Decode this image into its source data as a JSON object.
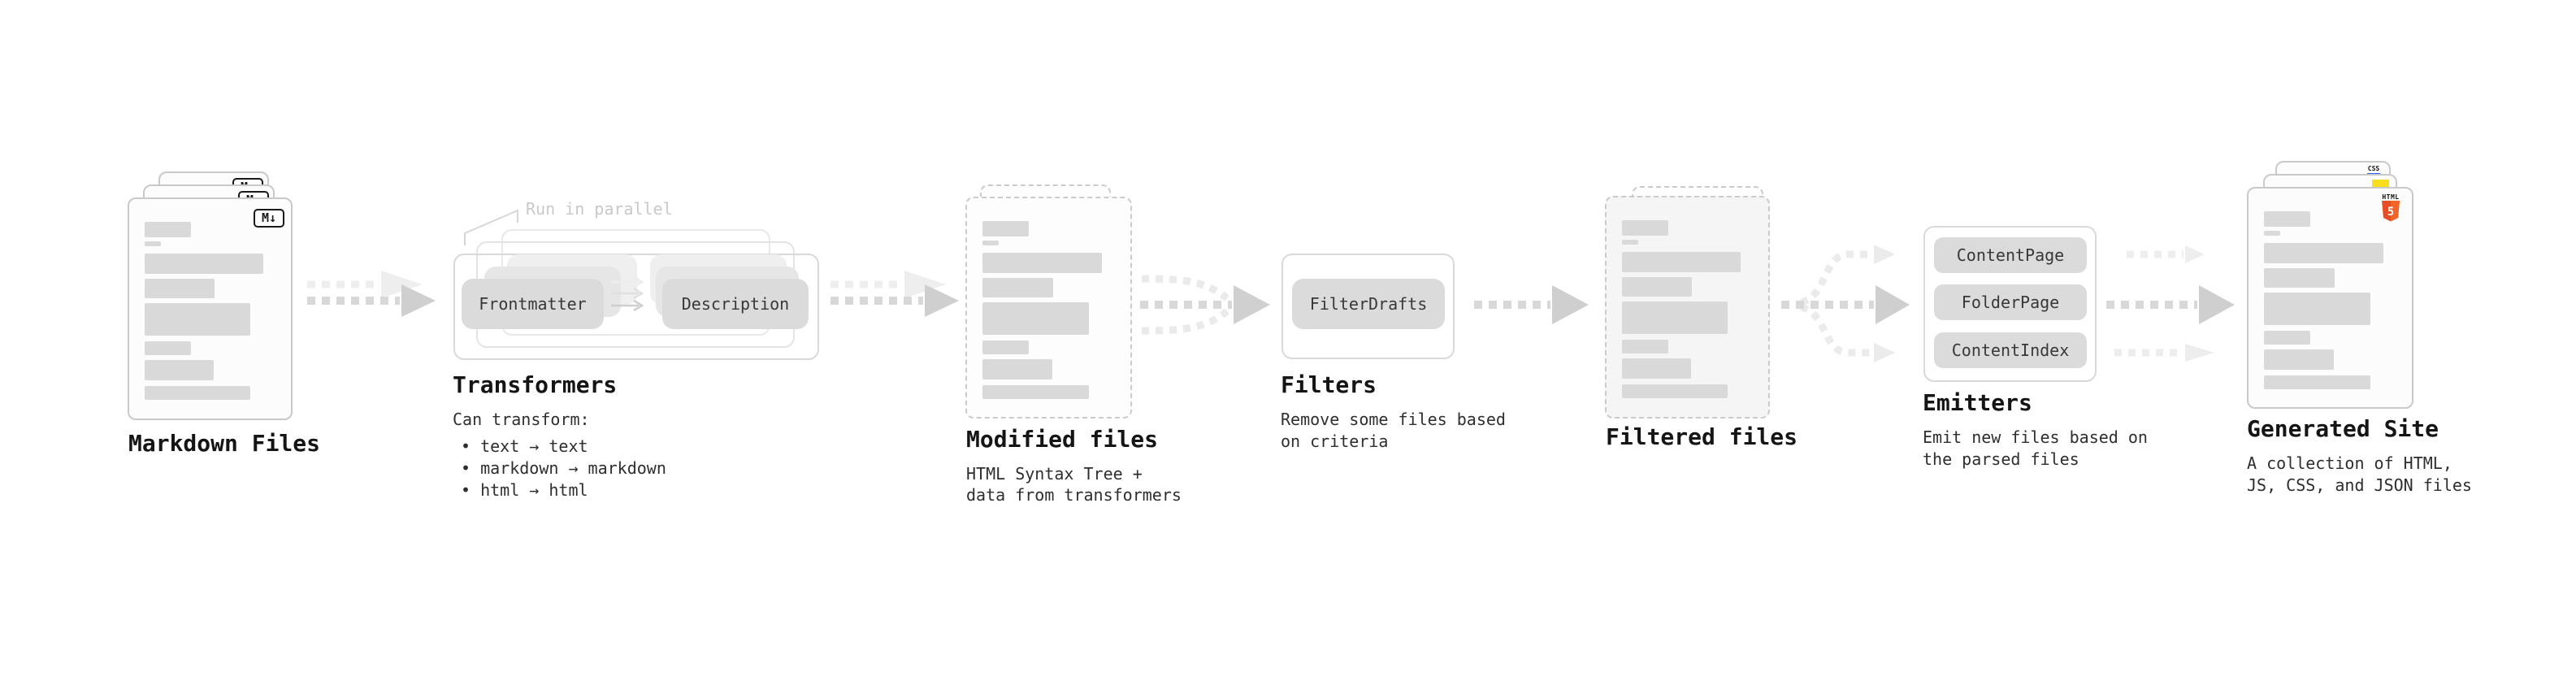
{
  "diagram": {
    "markdown_files": {
      "label": "Markdown Files",
      "file_badge": "M↓"
    },
    "transformers": {
      "title": "Transformers",
      "annotation": "Run in parallel",
      "pill_left": "Frontmatter",
      "pill_right": "Description",
      "desc_heading": "Can transform:",
      "bullets": [
        "• text → text",
        "• markdown → markdown",
        "• html → html"
      ]
    },
    "modified_files": {
      "label": "Modified files",
      "desc_line1": "HTML Syntax Tree +",
      "desc_line2": "data from transformers"
    },
    "filters": {
      "title": "Filters",
      "pill": "FilterDrafts",
      "desc_line1": "Remove some files based",
      "desc_line2": "on criteria"
    },
    "filtered_files": {
      "label": "Filtered files"
    },
    "emitters": {
      "title": "Emitters",
      "pills": [
        "ContentPage",
        "FolderPage",
        "ContentIndex"
      ],
      "desc_line1": "Emit new files based on",
      "desc_line2": "the parsed files"
    },
    "generated_site": {
      "label": "Generated Site",
      "desc_line1": "A collection of HTML,",
      "desc_line2": "JS, CSS, and JSON files",
      "css_badge": "CSS",
      "html_badge_word": "HTML",
      "html_badge_numeral": "5"
    },
    "colors": {
      "css_blue": "#2965f1",
      "js_yellow": "#f7df1e",
      "html5_orange": "#e44d26",
      "html5_orange_light": "#f16529"
    }
  }
}
